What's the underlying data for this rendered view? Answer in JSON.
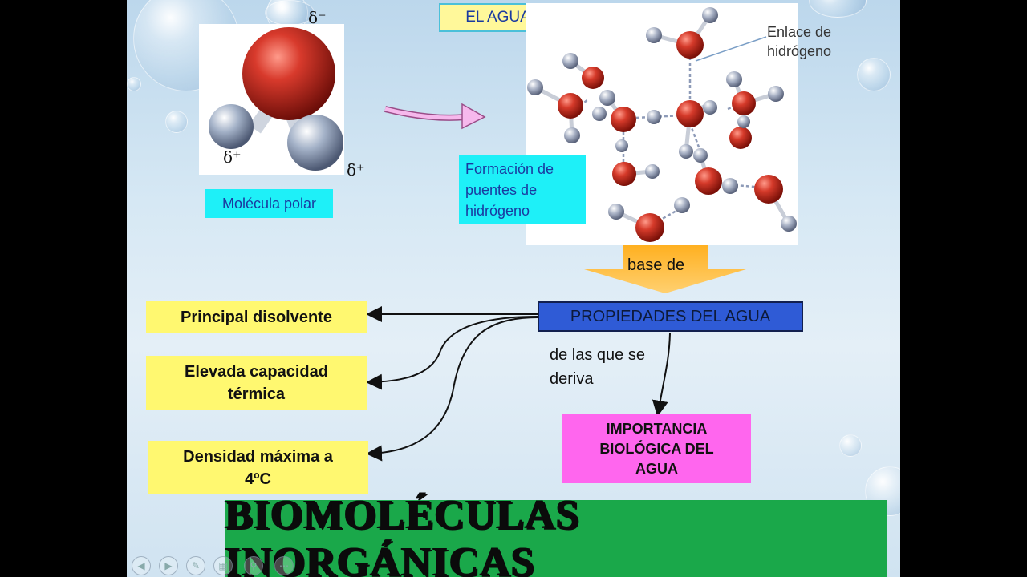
{
  "title": "EL AGUA",
  "molecule": {
    "delta_minus": "δ⁻",
    "delta_plus_left": "δ⁺",
    "delta_plus_right": "δ⁺",
    "label": "Molécula polar"
  },
  "network": {
    "bond_label": "Enlace de\nhidrógeno",
    "formation_label": "Formación de\npuentes de\nhidrógeno"
  },
  "arrow_label": "base de",
  "central": "PROPIEDADES DEL AGUA",
  "derive_text": "de las que se\nderiva",
  "properties": [
    {
      "label": "Principal disolvente"
    },
    {
      "label": "Elevada capacidad\ntérmica"
    },
    {
      "label": "Densidad máxima a\n4ºC"
    }
  ],
  "importance": "IMPORTANCIA\nBIOLÓGICA DEL\nAGUA",
  "banner": "BIOMOLÉCULAS INORGÁNICAS",
  "controls": [
    "prev-icon",
    "next-icon",
    "pen-icon",
    "slides-icon",
    "zoom-icon",
    "more-icon"
  ],
  "colors": {
    "cyan_box": "#1ef0f8",
    "yellow_box": "#fff870",
    "magenta_box": "#ff66ee",
    "central_box": "#2f5bd6",
    "banner": "#1aa84a",
    "oxygen": "#d23a2a",
    "hydrogen": "#9aa6bd"
  }
}
